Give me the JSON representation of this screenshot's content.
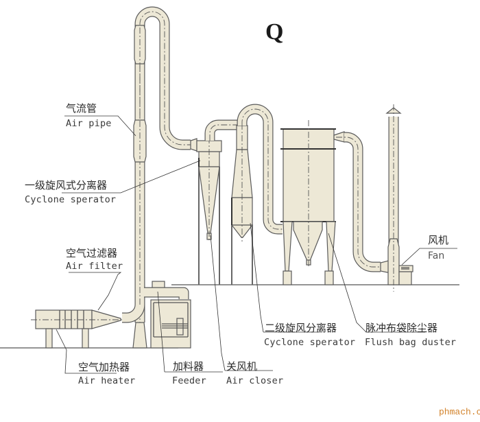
{
  "title": "Q",
  "watermark": "phmach.cn",
  "colors": {
    "equipment_fill": "#ede8d6",
    "outline": "#555555",
    "leader_line": "#333333",
    "watermark": "#d2822a"
  },
  "labels": {
    "air_pipe": {
      "zh": "气流管",
      "en": "Air pipe"
    },
    "cyclone_1": {
      "zh": "一级旋风式分离器",
      "en": "Cyclone sperator"
    },
    "air_filter": {
      "zh": "空气过滤器",
      "en": "Air filter"
    },
    "air_heater": {
      "zh": "空气加热器",
      "en": "Air heater"
    },
    "feeder": {
      "zh": "加料器",
      "en": "Feeder"
    },
    "air_closer": {
      "zh": "关风机",
      "en": "Air closer"
    },
    "cyclone_2": {
      "zh": "二级旋风分离器",
      "en": "Cyclone sperator"
    },
    "bag_duster": {
      "zh": "脉冲布袋除尘器",
      "en": "Flush bag duster"
    },
    "fan": {
      "zh": "风机",
      "en": "Fan"
    }
  }
}
